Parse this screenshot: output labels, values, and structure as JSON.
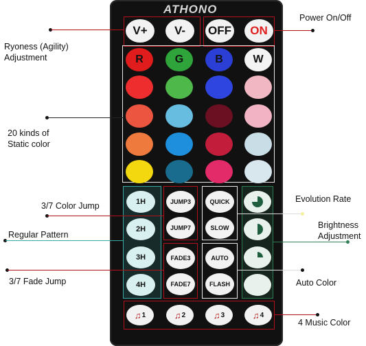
{
  "brand": "ATHONO",
  "top_buttons": [
    "V+",
    "V-",
    "OFF",
    "ON"
  ],
  "color_letters": [
    "R",
    "G",
    "B",
    "W"
  ],
  "color_grid": [
    [
      "#e01c1c",
      "#2fa43a",
      "#2b3fd6",
      "#f4f4f4"
    ],
    [
      "#ee2e2e",
      "#4fb84a",
      "#2f45df",
      "#f1b7c3"
    ],
    [
      "#ec5540",
      "#66bde0",
      "#6a1022",
      "#f2b3c4"
    ],
    [
      "#ee7a3d",
      "#1d8fdc",
      "#c21e3c",
      "#c9dde6"
    ],
    [
      "#f4d80f",
      "#1a6c8e",
      "#e42b6a",
      "#d8e6ee"
    ]
  ],
  "hour_buttons": [
    "1H",
    "2H",
    "3H",
    "4H"
  ],
  "jump_fade_buttons": [
    "JUMP3",
    "JUMP7",
    "FADE3",
    "FADE7"
  ],
  "mode_buttons": [
    "QUICK",
    "SLOW",
    "AUTO",
    "FLASH"
  ],
  "music_buttons": [
    "1",
    "2",
    "3",
    "4"
  ],
  "labels": {
    "power": "Power On/Off",
    "ryoness": "Ryoness (Agility)\nAdjustment",
    "static": "20 kinds of\nStatic color",
    "color_jump": "3/7 Color Jump",
    "regular": "Regular Pattern",
    "fade_jump": "3/7 Fade Jump",
    "evolution": "Evolution Rate",
    "brightness": "Brightness\nAdjustment",
    "auto_color": "Auto Color",
    "music": "4 Music Color"
  },
  "colors": {
    "box_red": "#b3121c",
    "box_teal": "#39a9a5",
    "box_white": "#e9e9e9"
  }
}
